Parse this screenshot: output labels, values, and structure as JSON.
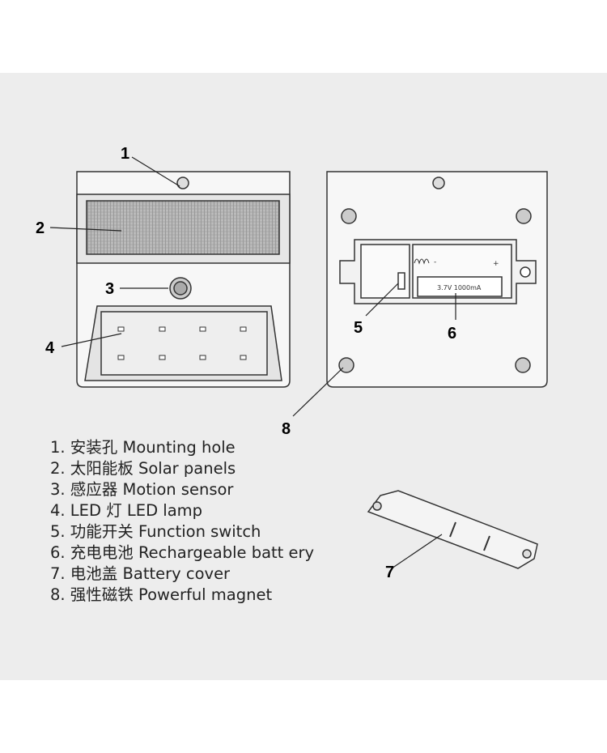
{
  "callouts": [
    "1",
    "2",
    "3",
    "4",
    "5",
    "6",
    "7",
    "8"
  ],
  "battery_label": "3.7V  1000mA",
  "battery_minus": "-",
  "battery_plus": "+",
  "legend": [
    "1. 安装孔 Mounting hole",
    "2. 太阳能板 Solar panels",
    "3. 感应器 Motion sensor",
    "4. LED 灯 LED lamp",
    "5. 功能开关 Function switch",
    "6. 充电电池 Rechargeable batt ery",
    "7. 电池盖 Battery cover",
    "8. 强性磁铁 Powerful magnet"
  ]
}
